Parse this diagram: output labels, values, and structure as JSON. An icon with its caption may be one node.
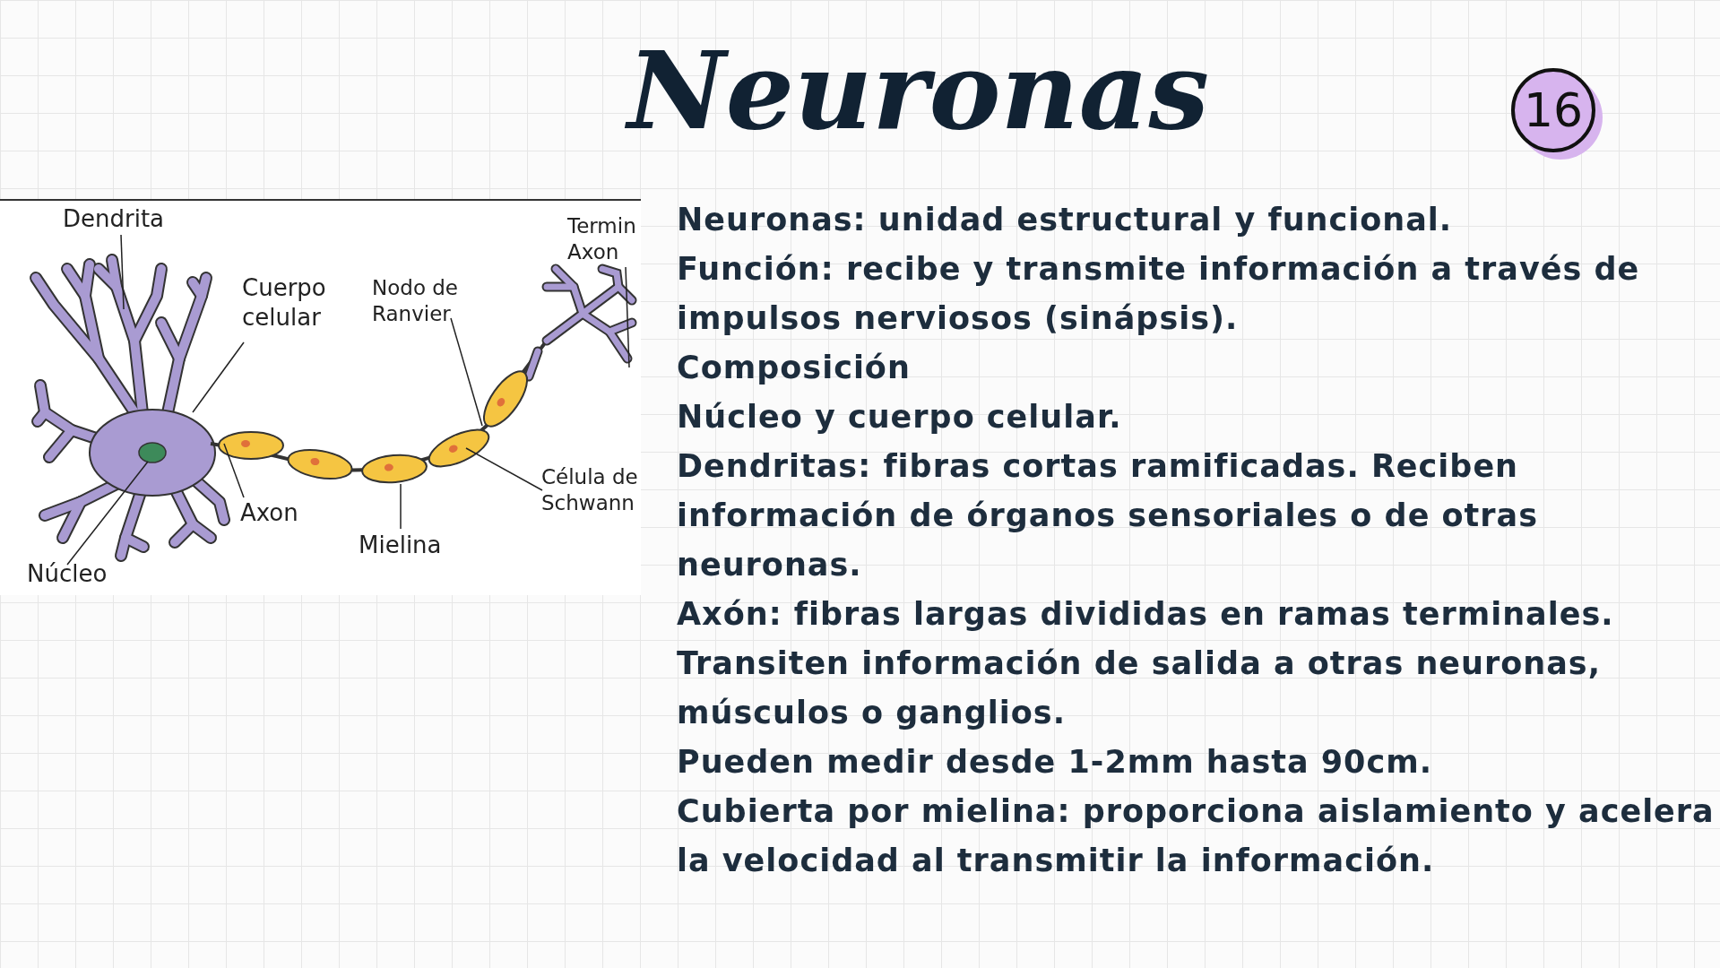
{
  "diagram": {
    "title": "Neuronas",
    "nodes": [
      {
        "text": [
          "Dendrita"
        ]
      },
      {
        "text": [
          "Cuerpo celular"
        ]
      },
      {
        "text": [
          "Nodo de Ranvier"
        ]
      },
      {
        "text": [
          "Termin Axon"
        ]
      },
      {
        "text": [
          "Axon"
        ]
      },
      {
        "text": [
          "Mielina"
        ]
      },
      {
        "text": [
          "Célula de Schwann"
        ]
      },
      {
        "text": [
          "Núcleo"
        ]
      }
    ],
    "edges": [
      {
        "from": 0,
        "to": null,
        "arrow": "none"
      },
      {
        "from": 1,
        "to": null,
        "arrow": "none"
      },
      {
        "from": 2,
        "to": null,
        "arrow": "none"
      },
      {
        "from": 3,
        "to": null,
        "arrow": "none"
      },
      {
        "from": 4,
        "to": null,
        "arrow": "none"
      },
      {
        "from": 5,
        "to": null,
        "arrow": "none"
      },
      {
        "from": 6,
        "to": null,
        "arrow": "none"
      },
      {
        "from": 7,
        "to": null,
        "arrow": "none"
      }
    ],
    "labels": [
      "16",
      "Neuronas: unidad estructural y funcional.",
      "Función: recibe y transmite información a través de impulsos nerviosos (sinápsis).",
      "Composición",
      "Núcleo y cuerpo celular.",
      "Dendritas: fibras cortas ramificadas. Reciben información de órganos sensoriales o de otras neuronas.",
      "Axón: fibras largas divididas en ramas terminales.",
      "Transiten información de salida a otras neuronas, músculos o ganglios.",
      "Pueden medir desde 1-2mm hasta 90cm.",
      "Cubierta por mielina: proporciona aislamiento y acelera la velocidad al transmitir la información."
    ]
  }
}
